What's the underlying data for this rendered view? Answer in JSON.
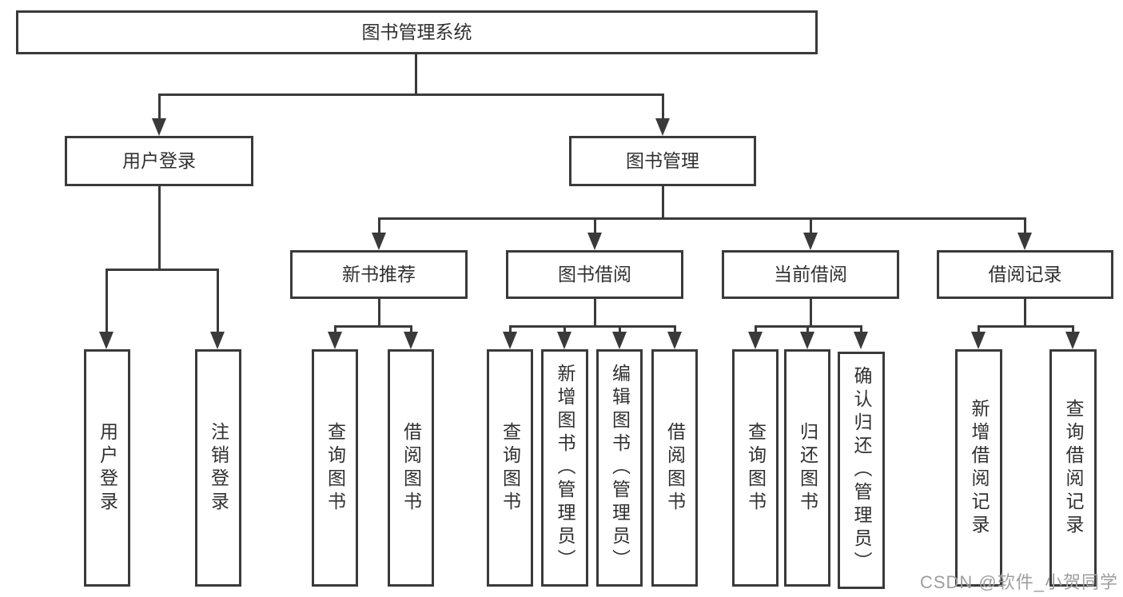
{
  "tree": {
    "label": "图书管理系统",
    "children": [
      {
        "label": "用户登录",
        "children": [
          {
            "label": "用户登录"
          },
          {
            "label": "注销登录"
          }
        ]
      },
      {
        "label": "图书管理",
        "children": [
          {
            "label": "新书推荐",
            "children": [
              {
                "label": "查询图书"
              },
              {
                "label": "借阅图书"
              }
            ]
          },
          {
            "label": "图书借阅",
            "children": [
              {
                "label": "查询图书"
              },
              {
                "label": "新增图书（管理员）"
              },
              {
                "label": "编辑图书（管理员）"
              },
              {
                "label": "借阅图书"
              }
            ]
          },
          {
            "label": "当前借阅",
            "children": [
              {
                "label": "查询图书"
              },
              {
                "label": "归还图书"
              },
              {
                "label": "确认归还（管理员）"
              }
            ]
          },
          {
            "label": "借阅记录",
            "children": [
              {
                "label": "新增借阅记录"
              },
              {
                "label": "查询借阅记录"
              }
            ]
          }
        ]
      }
    ]
  },
  "watermark": "CSDN @软件_小贺同学",
  "colors": {
    "line": "#3a3a3a",
    "text": "#303030",
    "watermark": "#9e9e9e",
    "background": "#ffffff"
  }
}
